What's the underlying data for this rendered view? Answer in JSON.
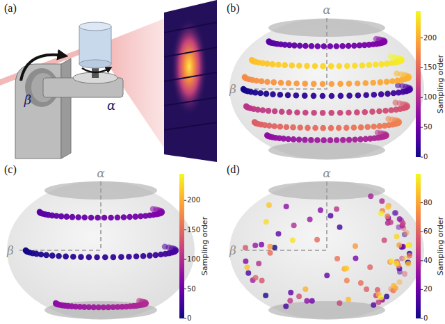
{
  "diagram": {
    "labels": [
      "(a)",
      "β",
      "α",
      "(b)",
      "α",
      "β",
      "Sampling order",
      "0",
      "50",
      "100",
      "150",
      "200",
      "(c)",
      "α",
      "β",
      "Sampling order",
      "0",
      "50",
      "100",
      "150",
      "200",
      "(d)",
      "α",
      "β",
      "Sampling order",
      "0",
      "20",
      "40",
      "60",
      "80"
    ]
  }
}
